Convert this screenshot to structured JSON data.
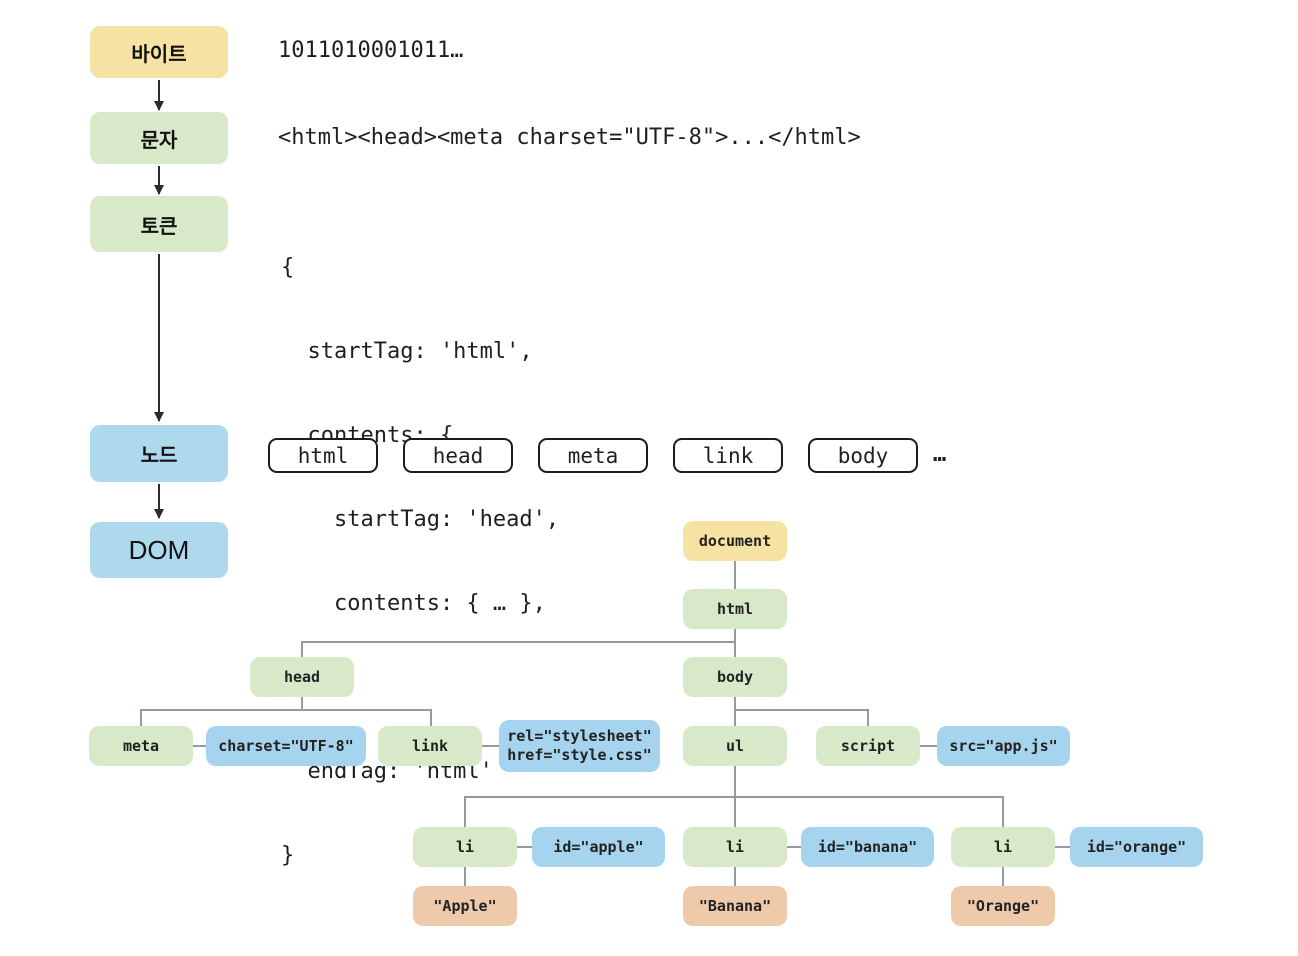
{
  "pipeline": {
    "stages": [
      {
        "id": "bytes",
        "label": "바이트"
      },
      {
        "id": "chars",
        "label": "문자"
      },
      {
        "id": "tokens",
        "label": "토큰"
      },
      {
        "id": "nodes",
        "label": "노드"
      },
      {
        "id": "dom",
        "label": "DOM"
      }
    ],
    "bytes_example": "1011010001011…",
    "chars_example": "<html><head><meta charset=\"UTF-8\">...</html>",
    "token_lines": [
      "{",
      "  startTag: 'html',",
      "  contents: {",
      "    startTag: 'head',",
      "    contents: { … },",
      "    …",
      "  endTag: 'html'",
      "}"
    ],
    "node_examples": [
      "html",
      "head",
      "meta",
      "link",
      "body"
    ],
    "more_ellipsis": "…"
  },
  "dom_tree": {
    "document": "document",
    "html": "html",
    "head": "head",
    "body": "body",
    "meta": "meta",
    "meta_attr": "charset=\"UTF-8\"",
    "link": "link",
    "link_attr_line1": "rel=\"stylesheet\"",
    "link_attr_line2": "href=\"style.css\"",
    "ul": "ul",
    "script": "script",
    "script_attr": "src=\"app.js\"",
    "li": "li",
    "apple_attr": "id=\"apple\"",
    "banana_attr": "id=\"banana\"",
    "orange_attr": "id=\"orange\"",
    "apple_text": "\"Apple\"",
    "banana_text": "\"Banana\"",
    "orange_text": "\"Orange\""
  },
  "colors": {
    "stage_yellow_bg": "#f6e2a2",
    "element_green_bg": "#d8e9c9",
    "stage_blue_bg": "#aed9ec",
    "attr_blue_bg": "#a6d4ef",
    "text_node_salmon_bg": "#eecaab",
    "tree_line": "#929aa6",
    "arrow": "#2b2b2b"
  }
}
